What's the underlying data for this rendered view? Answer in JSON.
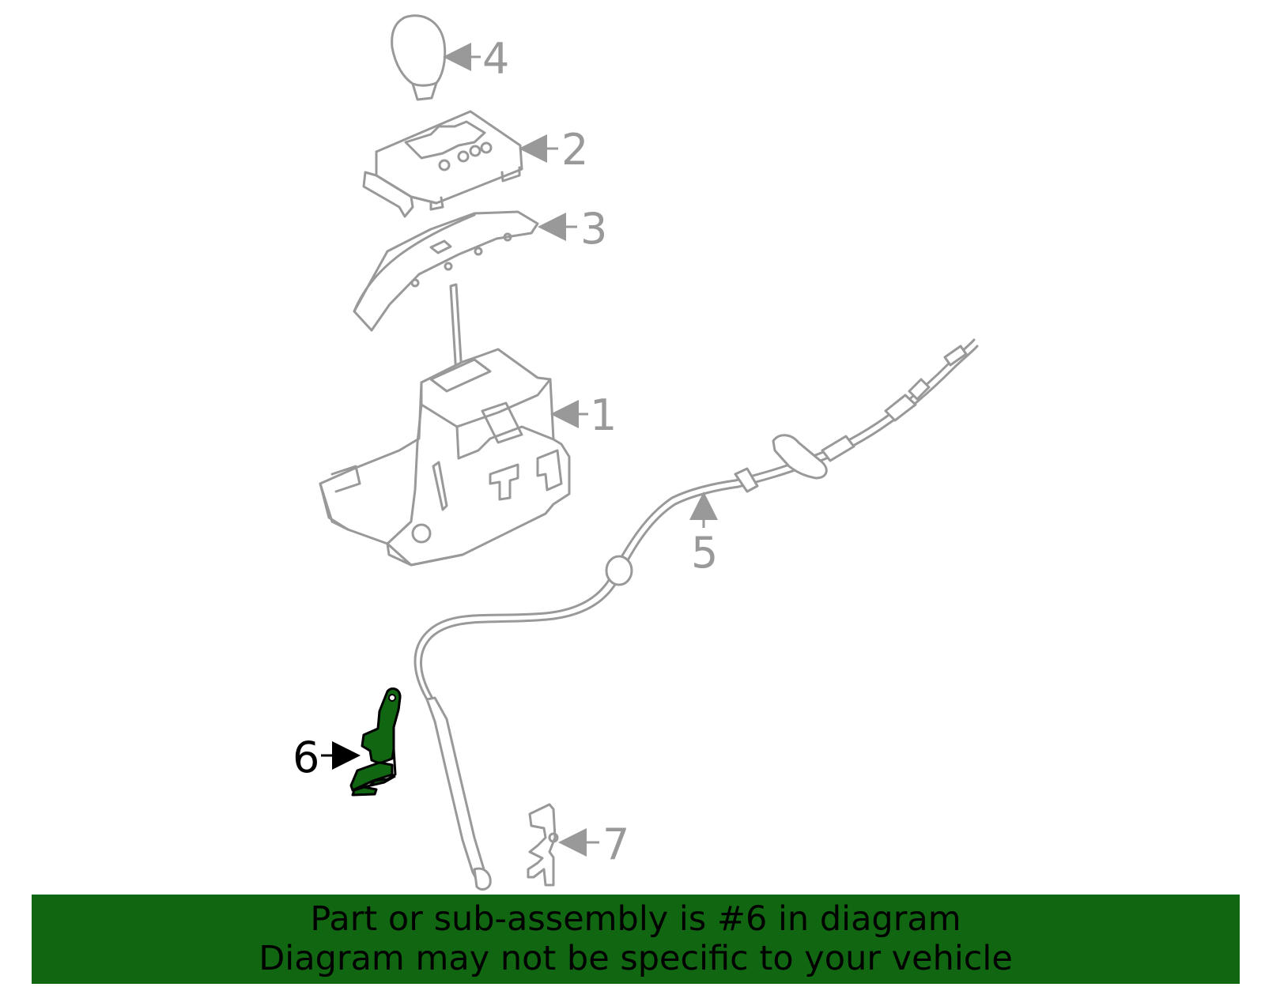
{
  "diagram": {
    "callouts": [
      {
        "id": "1",
        "label": "1",
        "part": "shifter-assembly"
      },
      {
        "id": "2",
        "label": "2",
        "part": "indicator-panel"
      },
      {
        "id": "3",
        "label": "3",
        "part": "trim-bezel"
      },
      {
        "id": "4",
        "label": "4",
        "part": "shift-knob"
      },
      {
        "id": "5",
        "label": "5",
        "part": "shift-cable"
      },
      {
        "id": "6",
        "label": "6",
        "part": "cable-bracket",
        "highlighted": true
      },
      {
        "id": "7",
        "label": "7",
        "part": "clip-bracket"
      }
    ],
    "colors": {
      "line_art": "#999999",
      "highlight_part": "#116611",
      "highlight_label": "#000000",
      "banner_bg": "#116611"
    }
  },
  "banner": {
    "line1": "Part or sub-assembly is #6 in diagram",
    "line2": "Diagram may not be specific to your vehicle"
  }
}
